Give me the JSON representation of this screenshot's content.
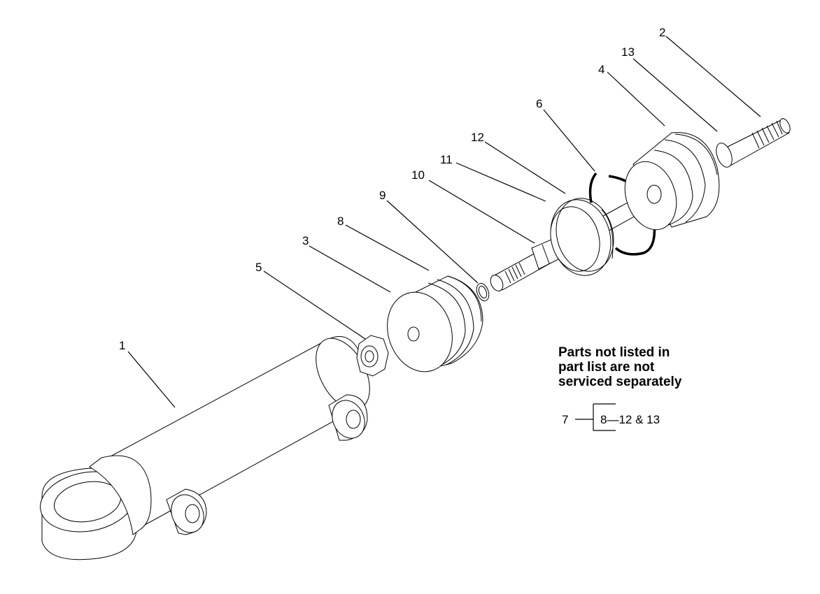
{
  "callouts": {
    "c1": "1",
    "c2": "2",
    "c3": "3",
    "c4": "4",
    "c5": "5",
    "c6": "6",
    "c8": "8",
    "c9": "9",
    "c10": "10",
    "c11": "11",
    "c12": "12",
    "c13": "13"
  },
  "note": {
    "line1": "Parts not listed in",
    "line2": "part list are not",
    "line3": "serviced separately"
  },
  "kit": {
    "parent": "7",
    "children": "8—12 & 13"
  }
}
